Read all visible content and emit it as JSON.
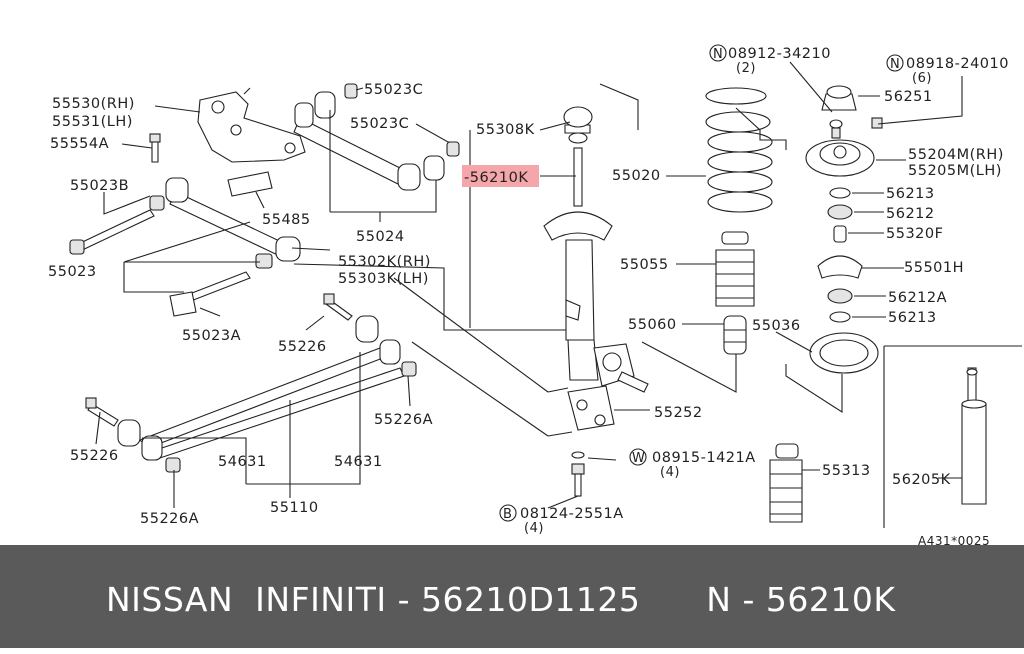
{
  "diagram": {
    "labels": {
      "p55530": "55530(RH)",
      "p55531": "55531(LH)",
      "p55554a": "55554A",
      "p55023b": "55023B",
      "p55023": "55023",
      "p55023a": "55023A",
      "p55023c_top": "55023C",
      "p55023c_mid": "55023C",
      "p55485": "55485",
      "p55024": "55024",
      "p55302k": "55302K(RH)",
      "p55303k": "55303K(LH)",
      "p55226_mid": "55226",
      "p55226a_mid": "55226A",
      "p55226_left": "55226",
      "p54631_left": "54631",
      "p54631_right": "54631",
      "p55110": "55110",
      "p55226a_bottom": "55226A",
      "p55308k": "55308K",
      "p56210k": "-56210K",
      "p55020": "55020",
      "p55055": "55055",
      "p55060": "55060",
      "p55036": "55036",
      "p55252": "55252",
      "p08915": "08915-1421A",
      "p08915_qty": "(4)",
      "p08124": "08124-2551A",
      "p08124_qty": "(4)",
      "p55313": "55313",
      "p08912": "08912-34210",
      "p08912_qty": "(2)",
      "p08918": "08918-24010",
      "p08918_qty": "(6)",
      "p56251": "56251",
      "p55204m": "55204M(RH)",
      "p55205m": "55205M(LH)",
      "p56213_top": "56213",
      "p56212": "56212",
      "p55320f": "55320F",
      "p55501h": "55501H",
      "p56212a": "56212A",
      "p56213_bottom": "56213",
      "p56205k": "56205K",
      "diagram_code": "A431*0025",
      "circle_n": "N",
      "circle_w": "W",
      "circle_b": "B"
    },
    "highlight_color": "#f4a6aa"
  },
  "footer": {
    "text": "NISSAN  INFINITI - 56210D1125      N - 56210K",
    "background": "#5a5a5a"
  }
}
